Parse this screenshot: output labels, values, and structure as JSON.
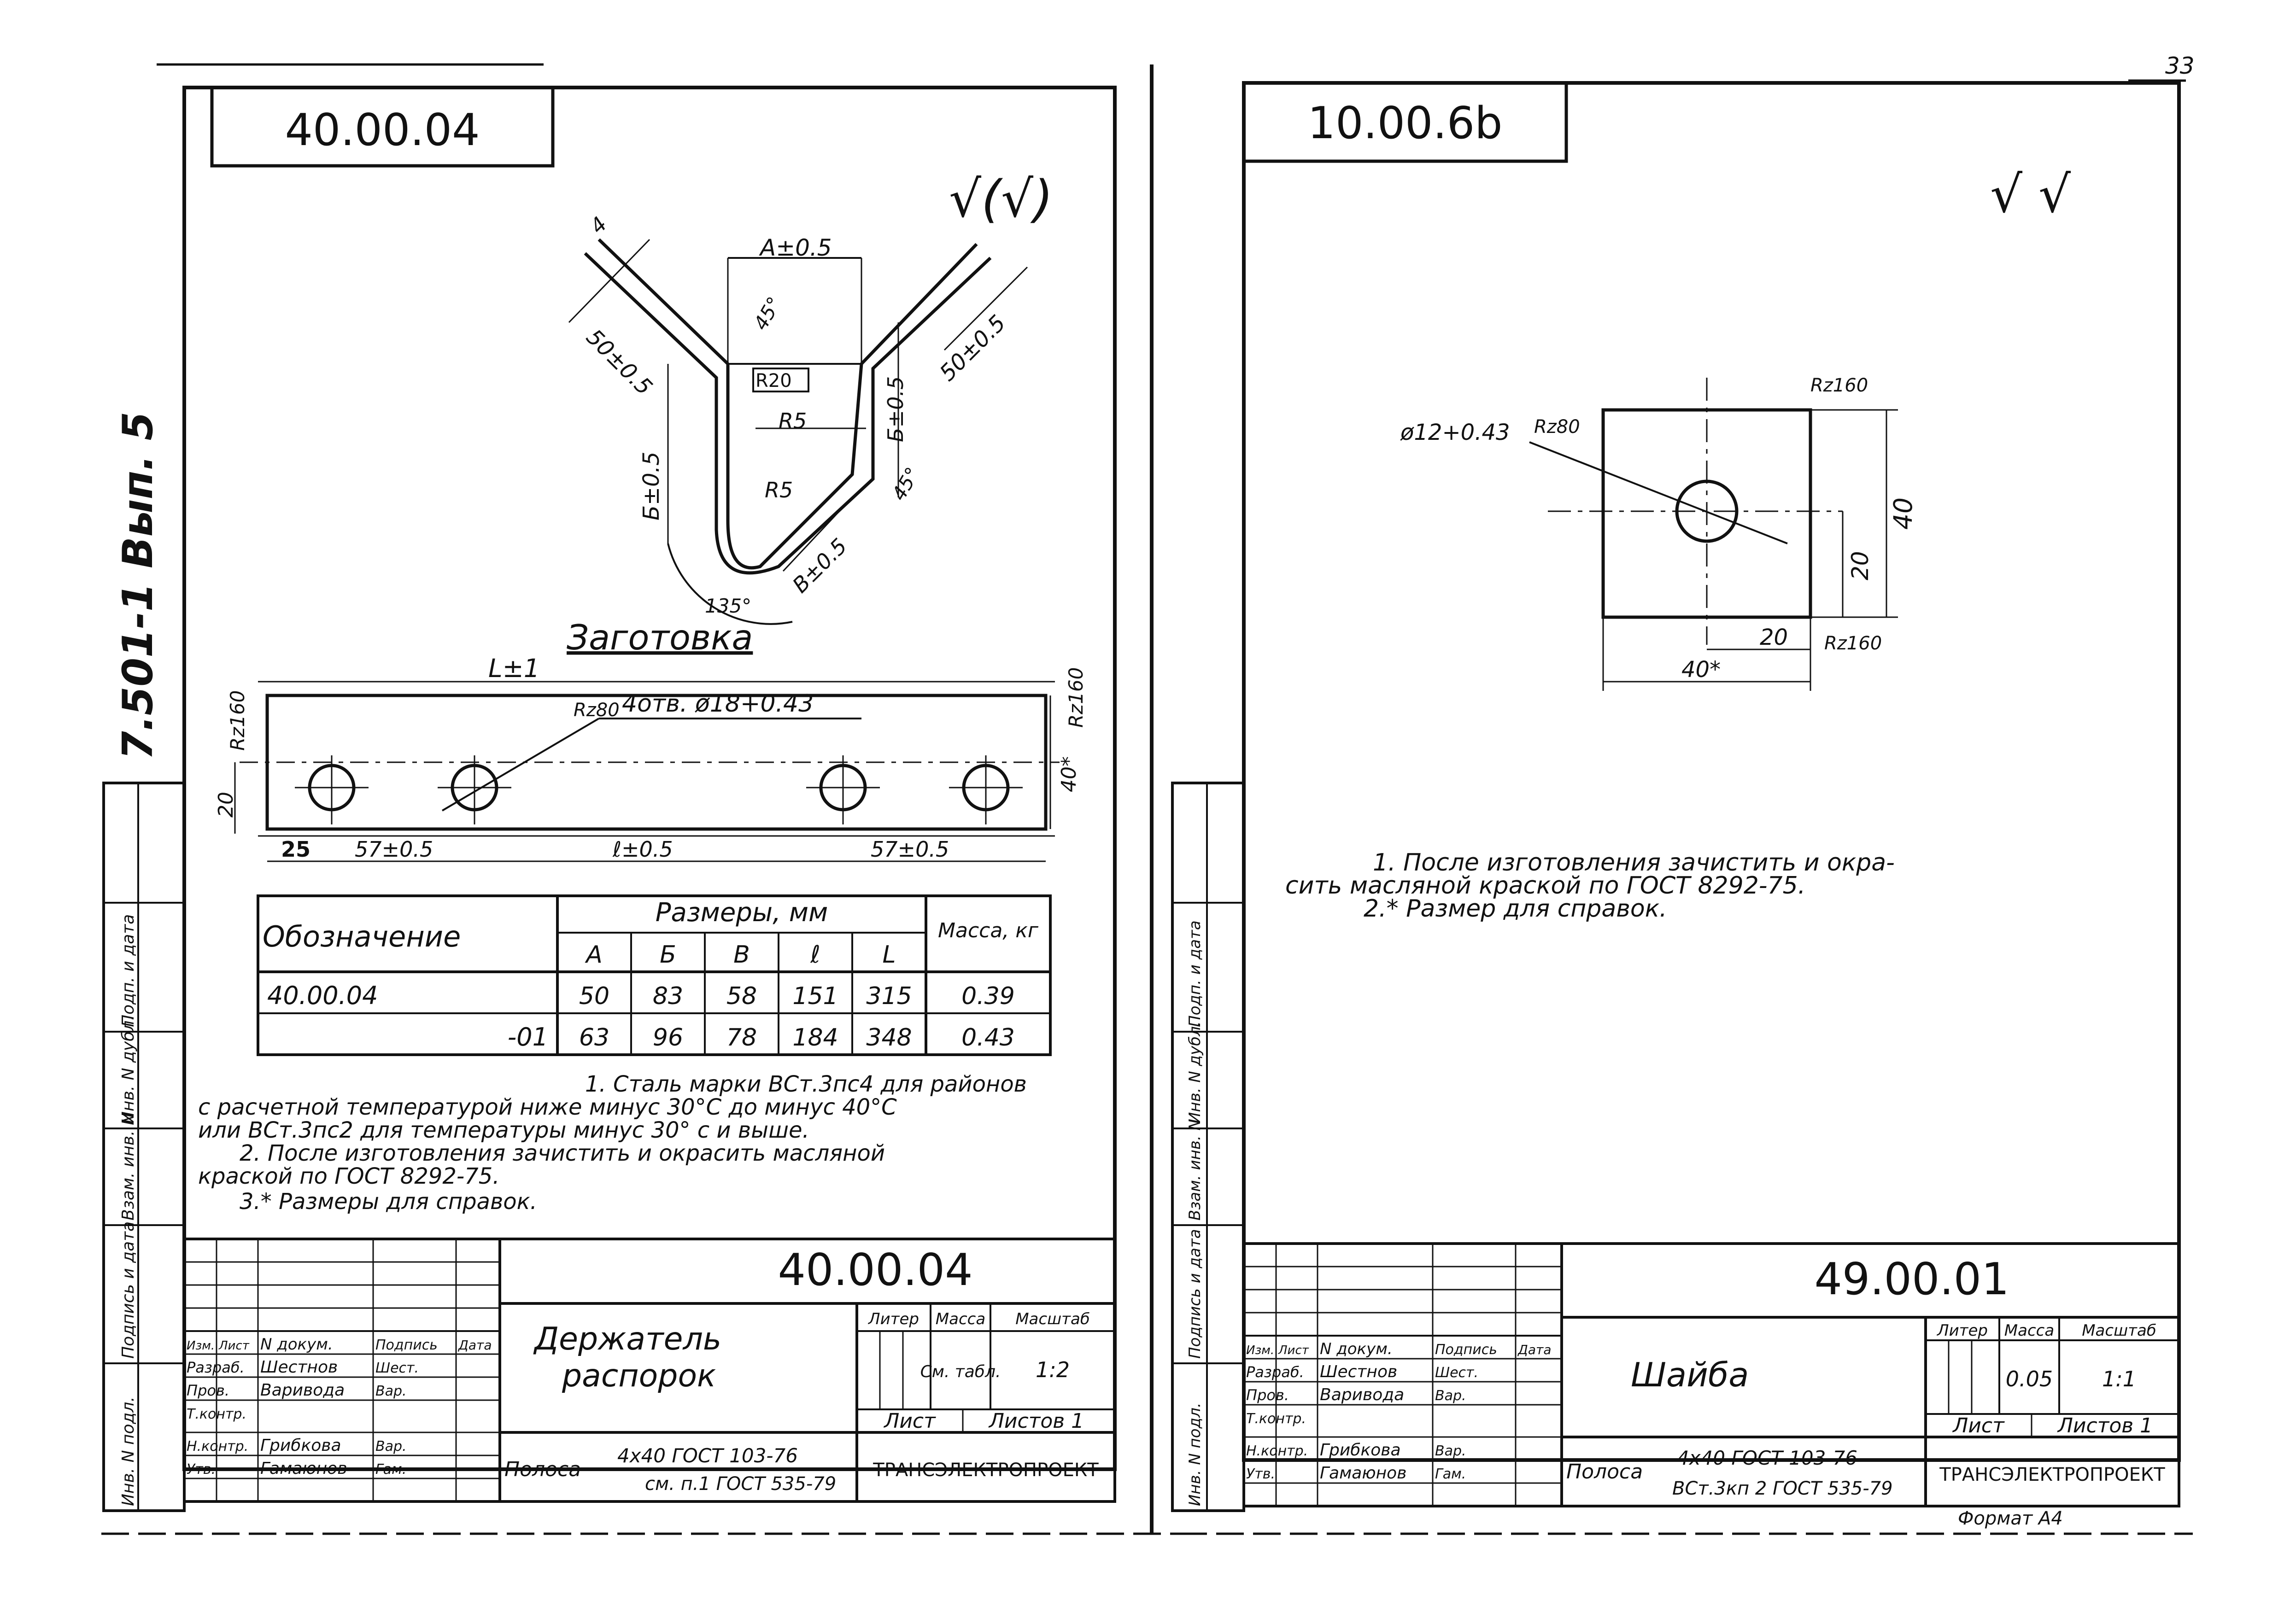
{
  "sheet_no": "33",
  "side_stamp": "7.501-1  Вып. 5",
  "left": {
    "tag": "40.00.04",
    "roughness": "√(√)",
    "zagotovka": "Заготовка",
    "dims": {
      "a": "A±0.5",
      "b": "Б±0.5",
      "v": "В±0.5",
      "s50a": "50±0.5",
      "s50b": "50±0.5",
      "s4a": "4",
      "s45a": "45°",
      "s45b": "45°",
      "s135": "135°",
      "r5a": "R5",
      "r5b": "R5",
      "r20": "R20",
      "l": "L±1",
      "rz160a": "Rz160",
      "rz160b": "Rz160",
      "rz80": "Rz80",
      "holes": "4отв. ø18+0.43",
      "h20": "20",
      "h40": "40*",
      "d25": "25",
      "d57a": "57±0.5",
      "de": "ℓ±0.5",
      "d57b": "57±0.5"
    },
    "table": {
      "h_oboz": "Обозначение",
      "h_razm": "Размеры, мм",
      "h_massa": "Масса, кг",
      "cols": [
        "A",
        "Б",
        "В",
        "ℓ",
        "L"
      ],
      "rows": [
        {
          "oboz": "40.00.04",
          "vals": [
            "50",
            "83",
            "58",
            "151",
            "315"
          ],
          "massa": "0.39"
        },
        {
          "oboz": "-01",
          "vals": [
            "63",
            "96",
            "78",
            "184",
            "348"
          ],
          "massa": "0.43"
        }
      ]
    },
    "notes": [
      "1. Сталь марки ВСт.3пс4 для районов",
      "с расчетной температурой ниже минус 30°С до минус 40°С",
      "или ВСт.3пс2 для температуры минус 30° с и выше.",
      "2. После изготовления зачистить и окрасить масляной",
      "краской по ГОСТ 8292-75.",
      "3.* Размеры для справок."
    ],
    "title_block": {
      "code": "40.00.04",
      "name1": "Держатель",
      "name2": "распорок",
      "h_liter": "Литер",
      "h_massa": "Масса",
      "h_masht": "Масштаб",
      "massa": "См. табл.",
      "masht": "1:2",
      "list": "Лист",
      "listov": "Листов 1",
      "material_a": "Полоса",
      "material_b": "4x40 ГОСТ 103-76",
      "material_c": "см. п.1 ГОСТ 535-79",
      "org": "ТРАНСЭЛЕКТРОПРОЕКТ",
      "sig_head": [
        "Изм.",
        "Лист",
        "N докум.",
        "Подпись",
        "Дата"
      ],
      "sig_rows": [
        [
          "Разраб.",
          "Шестнов",
          "Шест."
        ],
        [
          "Пров.",
          "Варивода",
          "Вар."
        ],
        [
          "Т.контр.",
          "",
          ""
        ],
        [
          "Н.контр.",
          "Грибкова",
          "Вар."
        ],
        [
          "Утв.",
          "Гамаюнов",
          "Гам."
        ]
      ]
    }
  },
  "right": {
    "tag": "10.00.6b",
    "roughness": "√ √",
    "dims": {
      "hole": "ø12+0.43",
      "rz80": "Rz80",
      "rz160a": "Rz160",
      "rz160b": "Rz160",
      "h40": "40",
      "h20": "20",
      "w20": "20",
      "w40": "40*"
    },
    "notes": [
      "1. После изготовления зачистить и окра-",
      "сить масляной краской по ГОСТ 8292-75.",
      "2.* Размер для справок."
    ],
    "title_block": {
      "code": "49.00.01",
      "name": "Шайба",
      "h_liter": "Литер",
      "h_massa": "Масса",
      "h_masht": "Масштаб",
      "massa": "0.05",
      "masht": "1:1",
      "list": "Лист",
      "listov": "Листов 1",
      "material_a": "Полоса",
      "material_b": "4x40 ГОСТ 103-76",
      "material_c": "ВСт.3кп 2 ГОСТ 535-79",
      "org": "ТРАНСЭЛЕКТРОПРОЕКТ",
      "sig_head": [
        "Изм.",
        "Лист",
        "N докум.",
        "Подпись",
        "Дата"
      ],
      "sig_rows": [
        [
          "Разраб.",
          "Шестнов",
          "Шест."
        ],
        [
          "Пров.",
          "Варивода",
          "Вар."
        ],
        [
          "Т.контр.",
          "",
          ""
        ],
        [
          "Н.контр.",
          "Грибкова",
          "Вар."
        ],
        [
          "Утв.",
          "Гамаюнов",
          "Гам."
        ]
      ]
    },
    "format": "Формат А4"
  },
  "side_column": [
    "Инв. N подл.",
    "Подпись и дата",
    "Взам. инв. N",
    "Инв. N дубл.",
    "Подп. и дата"
  ]
}
